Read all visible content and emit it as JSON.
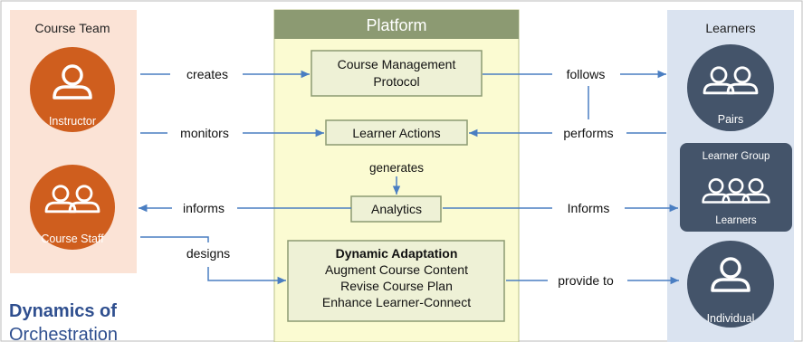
{
  "colors": {
    "team_panel": "#fbe3d6",
    "learner_panel": "#dae3f0",
    "platform_panel": "#fbfbd2",
    "platform_header": "#8c9a72",
    "box_fill": "#eef1d6",
    "box_border": "#8c9a72",
    "orange": "#cf5e1e",
    "navy": "#44546a",
    "arrow": "#4a7ec2",
    "title_blue": "#2f4f8f"
  },
  "course_team": {
    "heading": "Course Team",
    "instructor_label": "Instructor",
    "instructor_icon": "person-icon",
    "staff_label": "Course Staff",
    "staff_icon": "two-people-icon"
  },
  "platform": {
    "header": "Platform",
    "course_management": [
      "Course Management",
      "Protocol"
    ],
    "learner_actions": "Learner Actions",
    "generates": "generates",
    "analytics": "Analytics",
    "dynamic_adaptation": {
      "title": "Dynamic Adaptation",
      "items": [
        "Augment Course Content",
        "Revise Course Plan",
        "Enhance Learner-Connect"
      ]
    }
  },
  "learners": {
    "heading": "Learners",
    "pairs_label": "Pairs",
    "pairs_icon": "two-people-icon",
    "group_title": "Learner Group",
    "group_label": "Learners",
    "group_icon": "three-people-icon",
    "individual_label": "Individual",
    "individual_icon": "person-icon"
  },
  "flows": {
    "creates": "creates",
    "monitors": "monitors",
    "informs_left": "informs",
    "designs": "designs",
    "follows": "follows",
    "performs": "performs",
    "informs_right": "Informs",
    "provide_to": "provide to"
  },
  "footer_title": [
    "Dynamics of",
    "Orchestration"
  ]
}
